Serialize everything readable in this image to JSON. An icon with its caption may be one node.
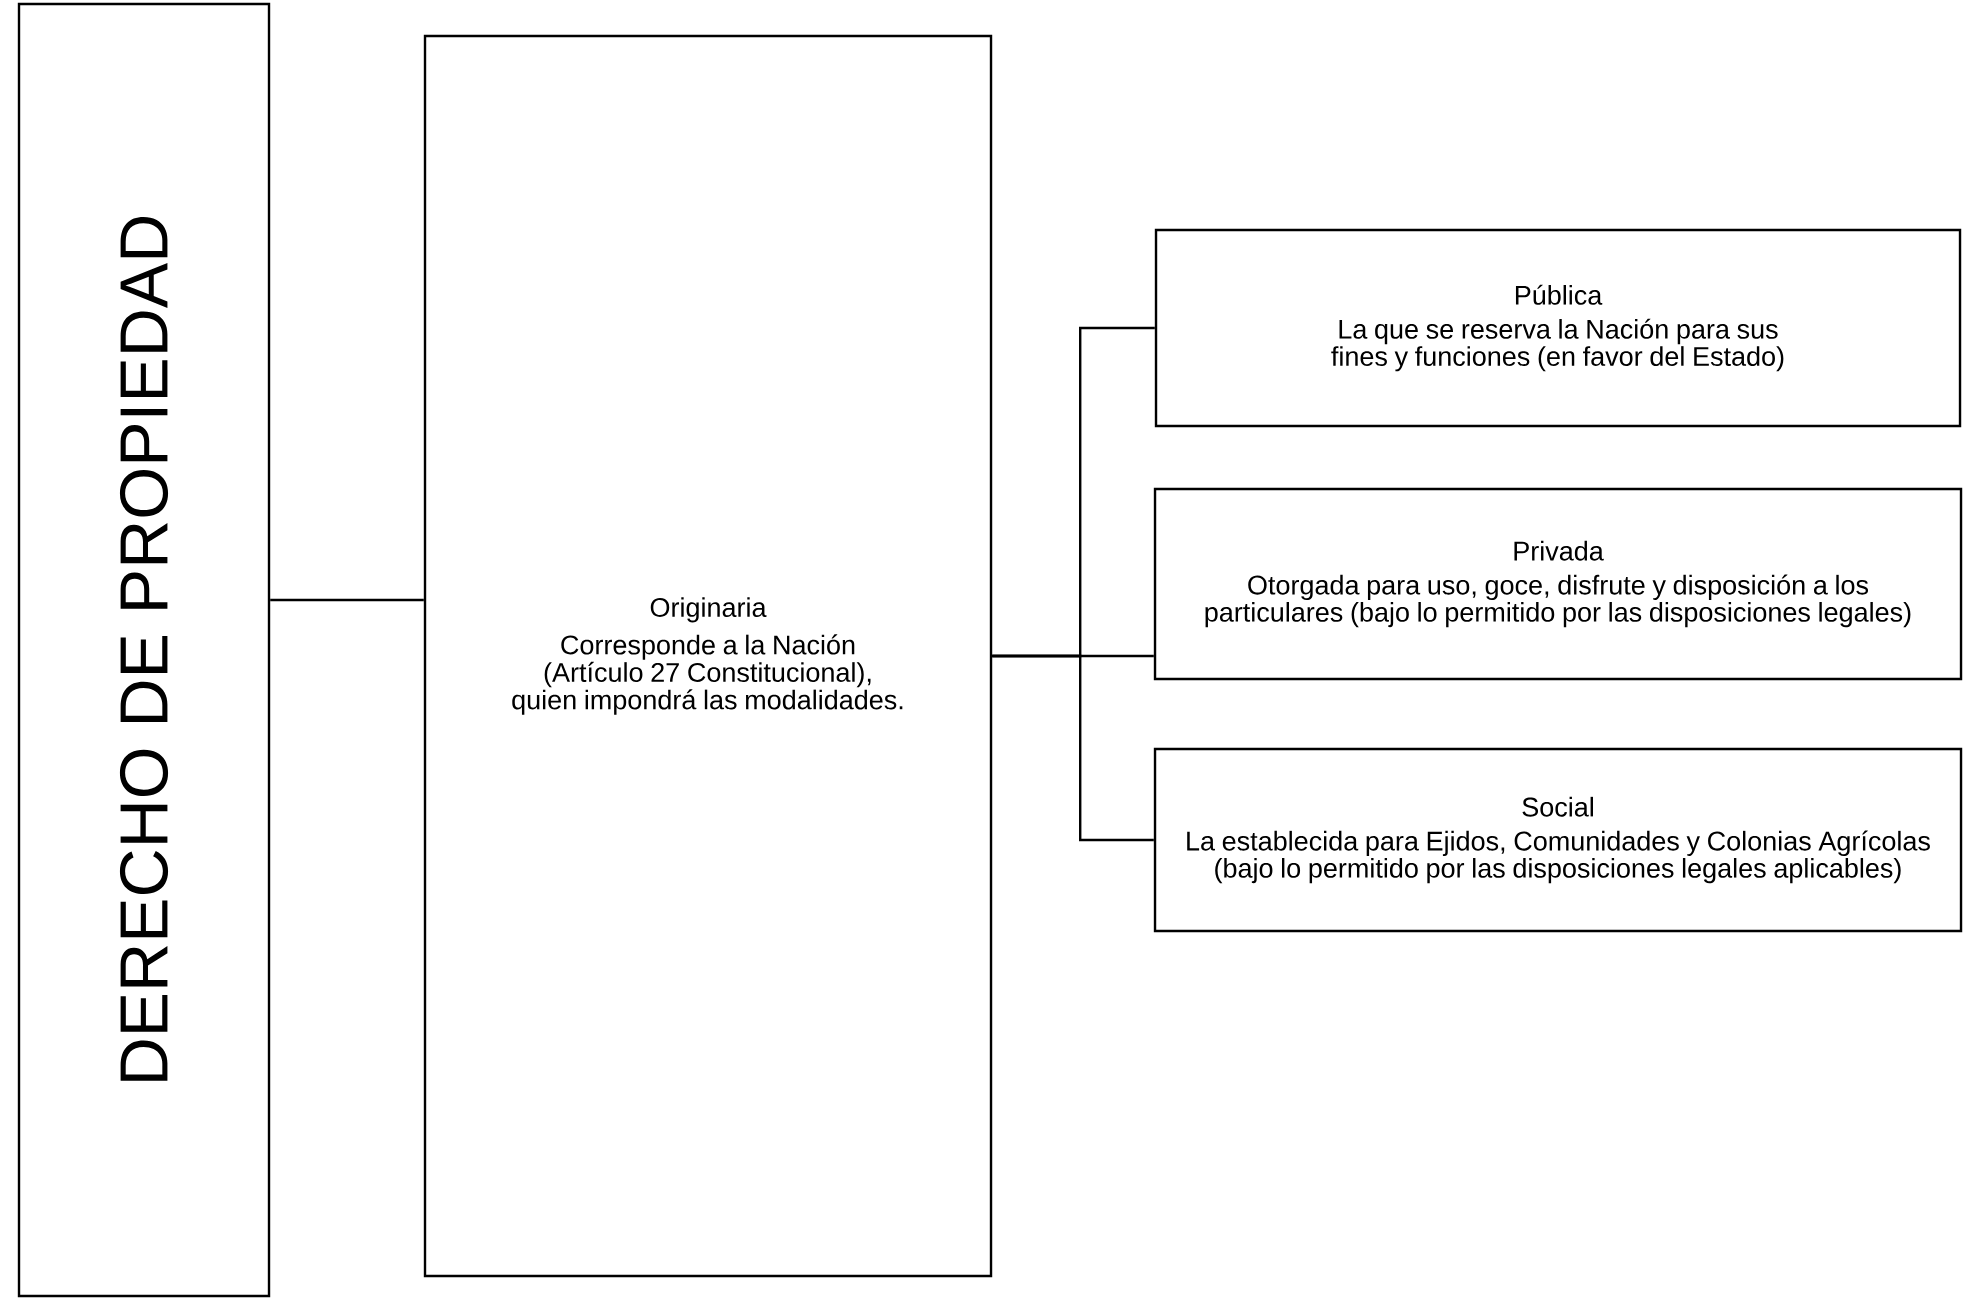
{
  "diagram": {
    "nodes": [
      {
        "text": [
          "DERECHO DE PROPIEDAD"
        ]
      },
      {
        "text": [
          "Originaria",
          "Corresponde a la Nación (Artículo 27 Constitucional), quien impondrá las modalidades."
        ]
      },
      {
        "text": [
          "Pública",
          "La que se reserva la Nación para sus fines y funciones (en favor del Estado)"
        ]
      },
      {
        "text": [
          "Privada",
          "Otorgada para uso, goce, disfrute y disposición a los particulares (bajo lo permitido por las disposiciones legales)"
        ]
      },
      {
        "text": [
          "Social",
          "La establecida para Ejidos, Comunidades y Colonias Agrícolas (bajo lo permitido por las disposiciones legales aplicables)"
        ]
      }
    ],
    "edges": [
      {
        "from": 0,
        "to": 1,
        "arrow": "none"
      },
      {
        "from": 1,
        "to": 2,
        "arrow": "none"
      },
      {
        "from": 1,
        "to": 3,
        "arrow": "none"
      },
      {
        "from": 1,
        "to": 4,
        "arrow": "none"
      }
    ]
  }
}
